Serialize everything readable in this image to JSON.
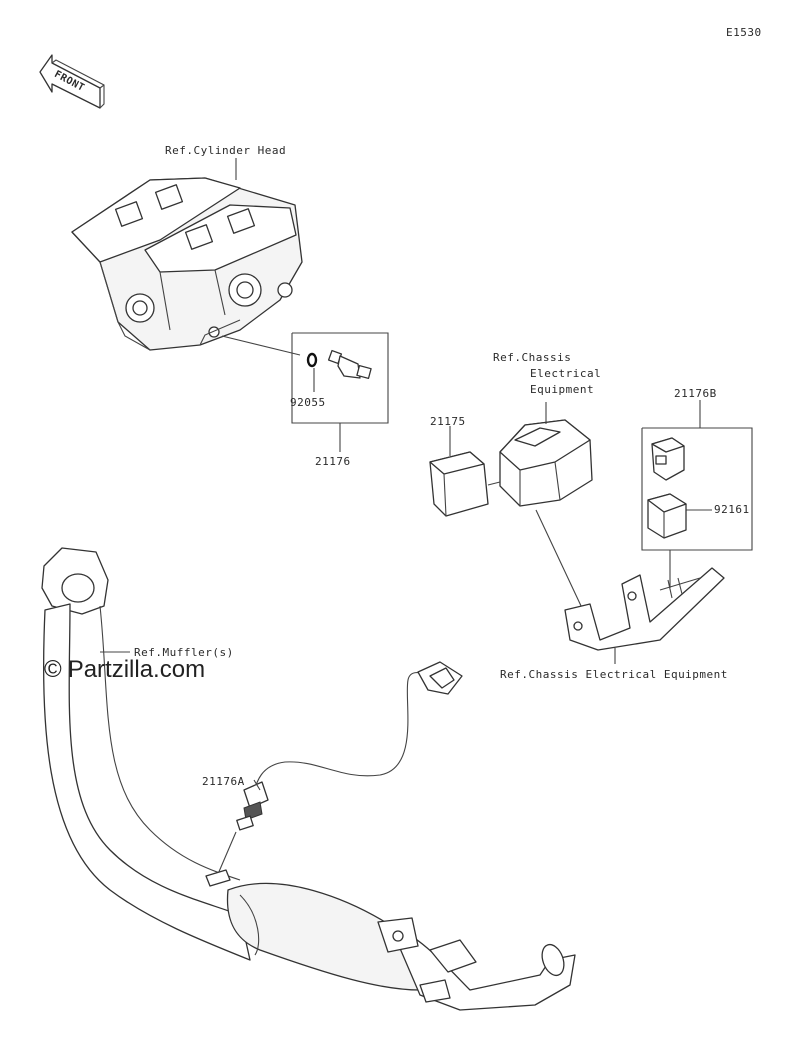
{
  "diagram_code": "E1530",
  "front_marker": "FRONT",
  "watermark": {
    "symbol": "©",
    "text": "Partzilla.com"
  },
  "labels": {
    "ref_cylinder_head": "Ref.Cylinder Head",
    "part_92055": "92055",
    "part_21176": "21176",
    "ref_chassis_1": "Ref.Chassis",
    "ref_chassis_2": "Electrical",
    "ref_chassis_3": "Equipment",
    "part_21175": "21175",
    "part_21176B": "21176B",
    "part_92161": "92161",
    "ref_chassis_bottom": "Ref.Chassis Electrical Equipment",
    "ref_muffler": "Ref.Muffler(s)",
    "part_21176A": "21176A"
  },
  "icons": [
    "front-arrow-icon",
    "cylinder-head-illustration",
    "temperature-sensor-illustration",
    "o-ring-illustration",
    "connector-illustration",
    "bracket-illustration",
    "exhaust-pipe-illustration",
    "oxygen-sensor-illustration"
  ]
}
